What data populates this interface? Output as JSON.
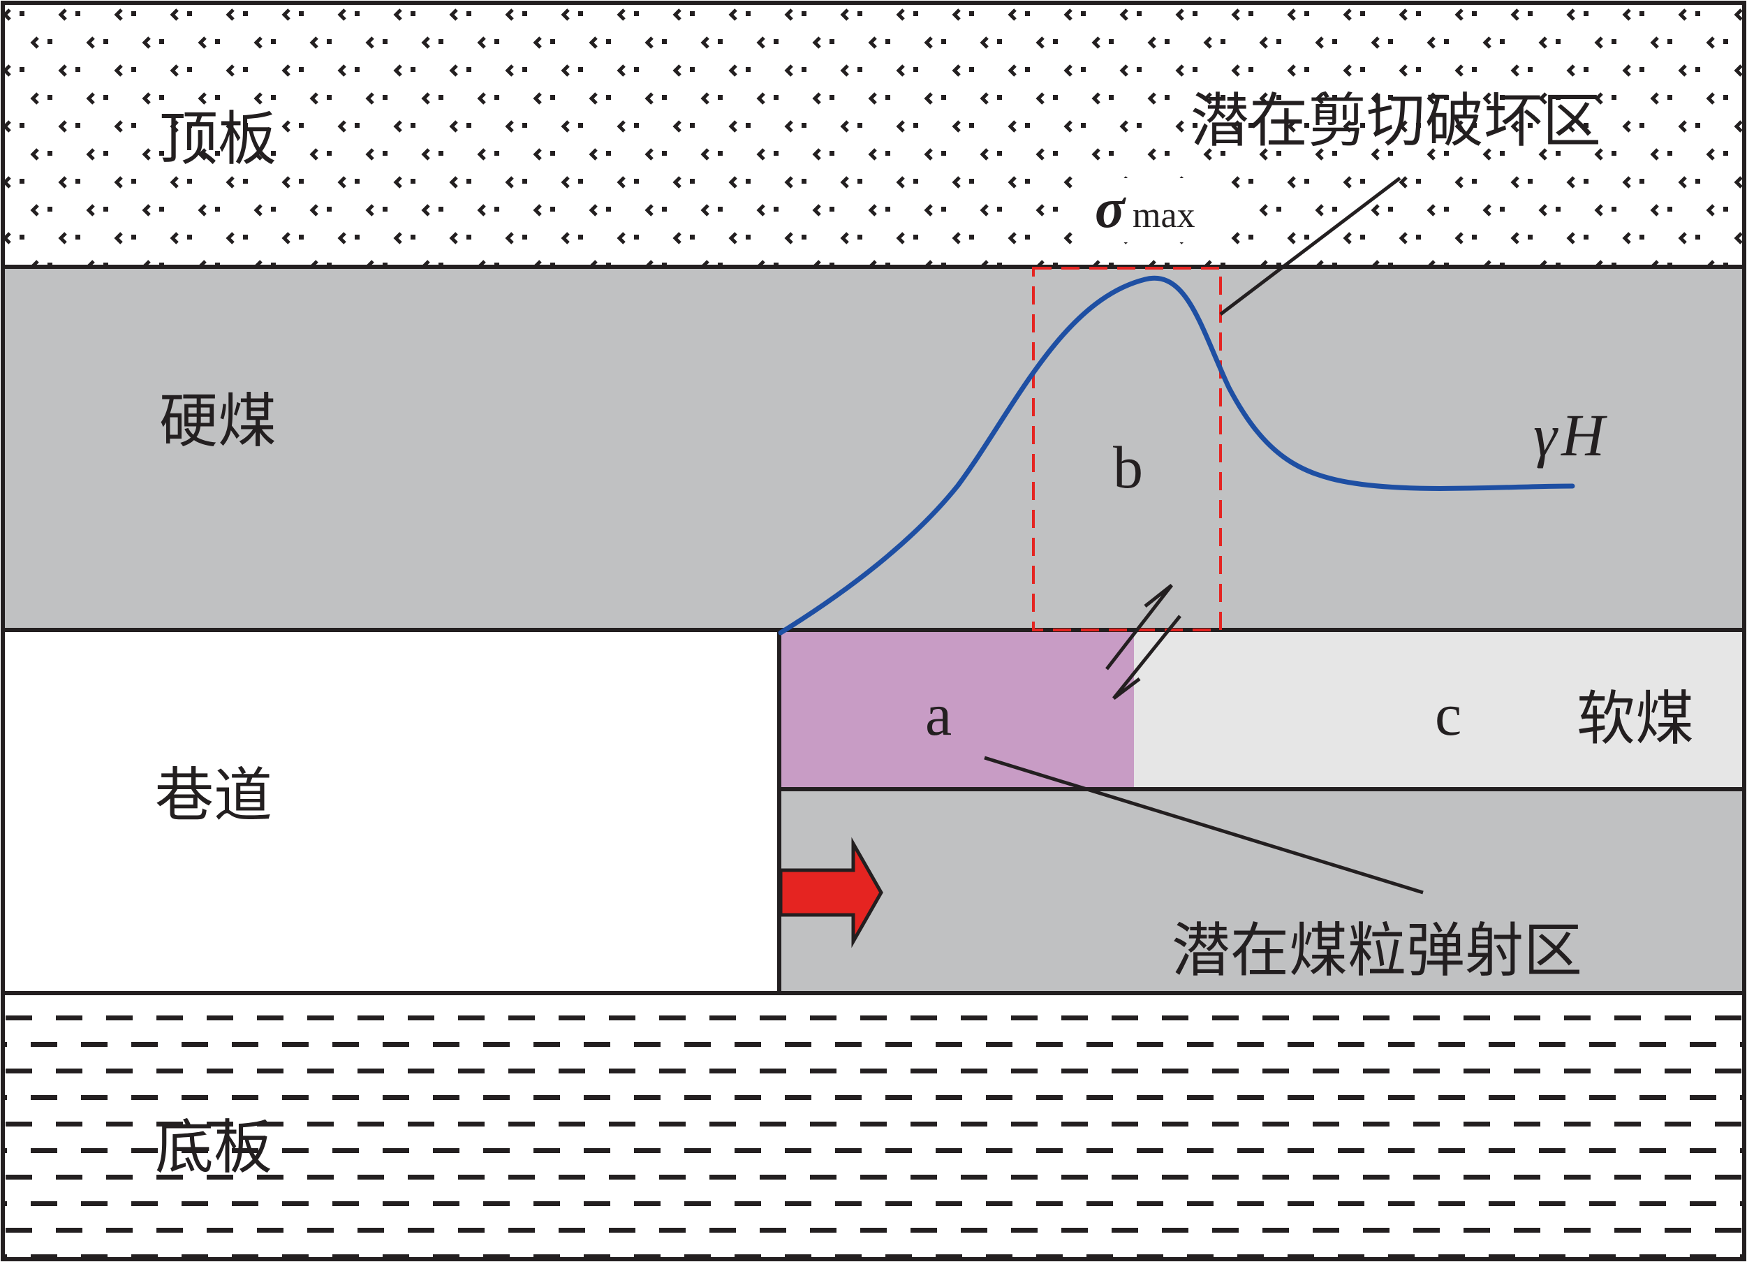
{
  "labels": {
    "roof": "顶板",
    "hard_coal": "硬煤",
    "roadway": "巷道",
    "floor": "底板",
    "soft_coal": "软煤",
    "shear_zone": "潜在剪切破坏区",
    "ejection_zone": "潜在煤粒弹射区",
    "zone_a": "a",
    "zone_b": "b",
    "zone_c": "c",
    "sigma": "σ",
    "sigma_sub": "max",
    "gamma_h_gamma": "γ",
    "gamma_h_h": "H"
  },
  "colors": {
    "hard_coal": "#c0c1c2",
    "soft_coal": "#e6e6e6",
    "zone_a": "#c89cc5",
    "stress_curve": "#1e4fa3",
    "dashed_box": "#e52421",
    "arrow": "#e52421",
    "line": "#231f20"
  }
}
